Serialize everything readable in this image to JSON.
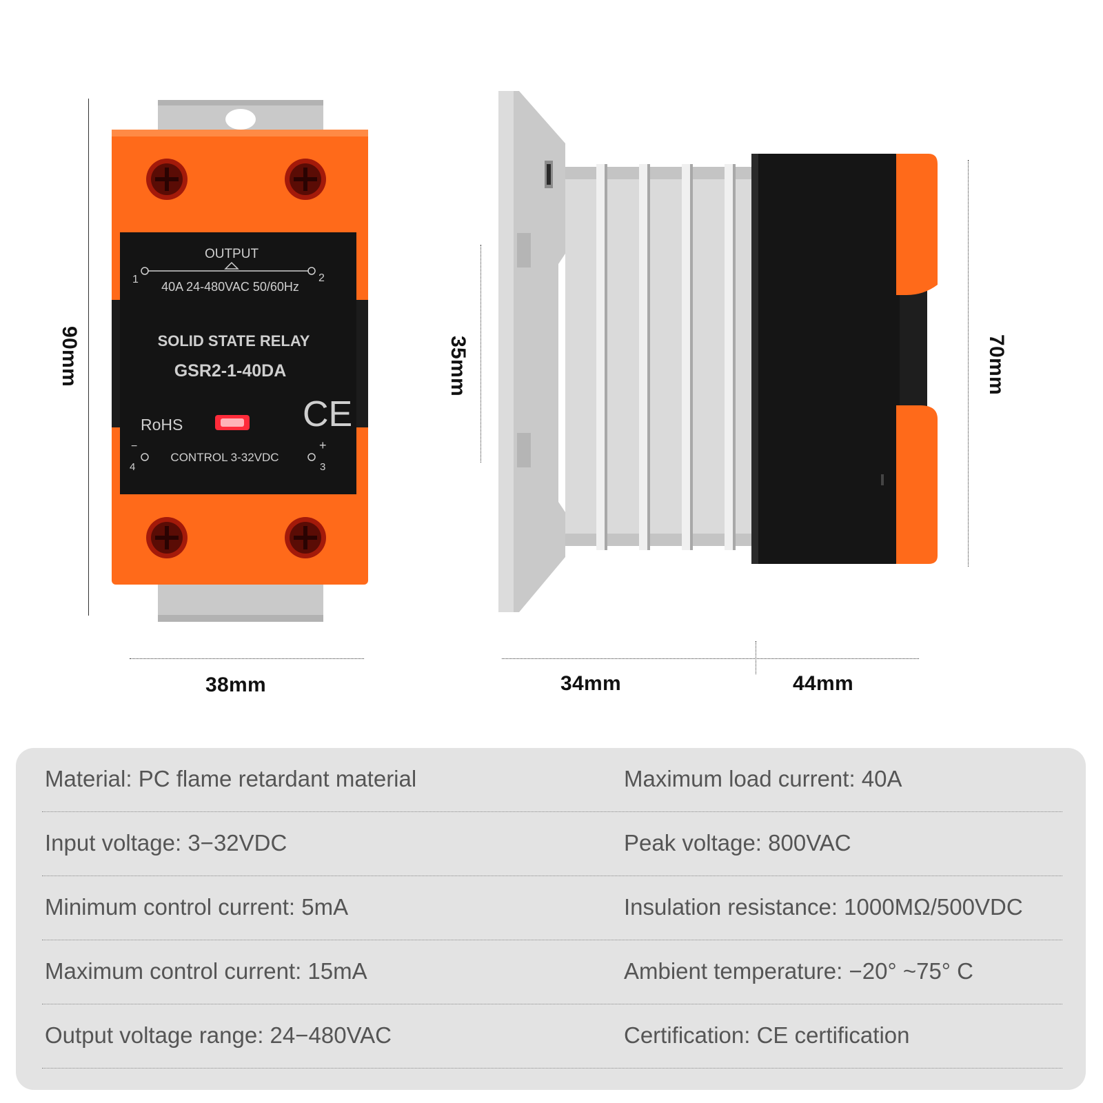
{
  "dimensions": {
    "height_front": "90mm",
    "width_front": "38mm",
    "side_left": "34mm",
    "side_right": "44mm",
    "height_mount": "35mm",
    "height_body": "70mm"
  },
  "relay_label": {
    "output_title": "OUTPUT",
    "output_rating": "40A 24-480VAC 50/60Hz",
    "terminal_1": "1",
    "terminal_2": "2",
    "product_name": "SOLID STATE RELAY",
    "model": "GSR2-1-40DA",
    "rohs": "RoHS",
    "ce_mark": "CE",
    "control_label": "CONTROL  3-32VDC",
    "terminal_4": "4",
    "terminal_3": "3",
    "minus": "−",
    "plus": "+"
  },
  "specs": [
    {
      "left": "Material: PC flame retardant material",
      "right": "Maximum load current: 40A"
    },
    {
      "left": "Input voltage: 3−32VDC",
      "right": "Peak voltage: 800VAC"
    },
    {
      "left": "Minimum control current: 5mA",
      "right": "Insulation resistance: 1000MΩ/500VDC"
    },
    {
      "left": "Maximum control current: 15mA",
      "right": "Ambient temperature: −20° ~75° C"
    },
    {
      "left": "Output voltage range: 24−480VAC",
      "right": "Certification: CE certification"
    }
  ],
  "colors": {
    "orange": "#ff6a1a",
    "black": "#141414",
    "aluminum": "#d8d8d8",
    "din_rail": "#c4c4c4",
    "panel": "#e3e3e3"
  }
}
